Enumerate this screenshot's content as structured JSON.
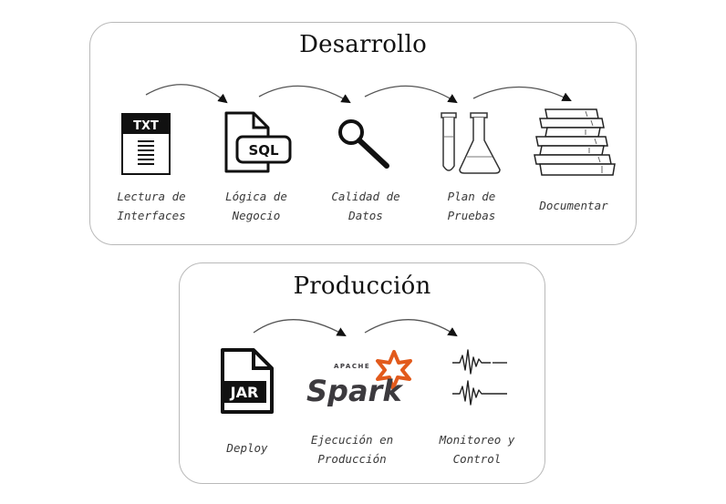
{
  "desarrollo": {
    "title": "Desarrollo",
    "steps": [
      {
        "icon": "txt-document-icon",
        "label": "Lectura de\nInterfaces",
        "badge": "TXT"
      },
      {
        "icon": "sql-file-icon",
        "label": "Lógica de\nNegocio",
        "badge": "SQL"
      },
      {
        "icon": "magnifying-glass-icon",
        "label": "Calidad de\nDatos"
      },
      {
        "icon": "test-tube-flask-icon",
        "label": "Plan de\nPruebas"
      },
      {
        "icon": "book-stack-icon",
        "label": "Documentar"
      }
    ]
  },
  "produccion": {
    "title": "Producción",
    "steps": [
      {
        "icon": "jar-file-icon",
        "label": "Deploy",
        "badge": "JAR"
      },
      {
        "icon": "apache-spark-logo-icon",
        "label": "Ejecución en\nProducción",
        "logo_text_small": "APACHE",
        "logo_text": "Spark"
      },
      {
        "icon": "waveform-monitor-icon",
        "label": "Monitoreo y\nControl"
      }
    ]
  },
  "colors": {
    "border": "#b9b9b9",
    "text": "#111111",
    "label": "#3a3a3a",
    "icon": "#111111",
    "spark_star": "#e25a1c",
    "spark_text": "#3c3a3e"
  }
}
